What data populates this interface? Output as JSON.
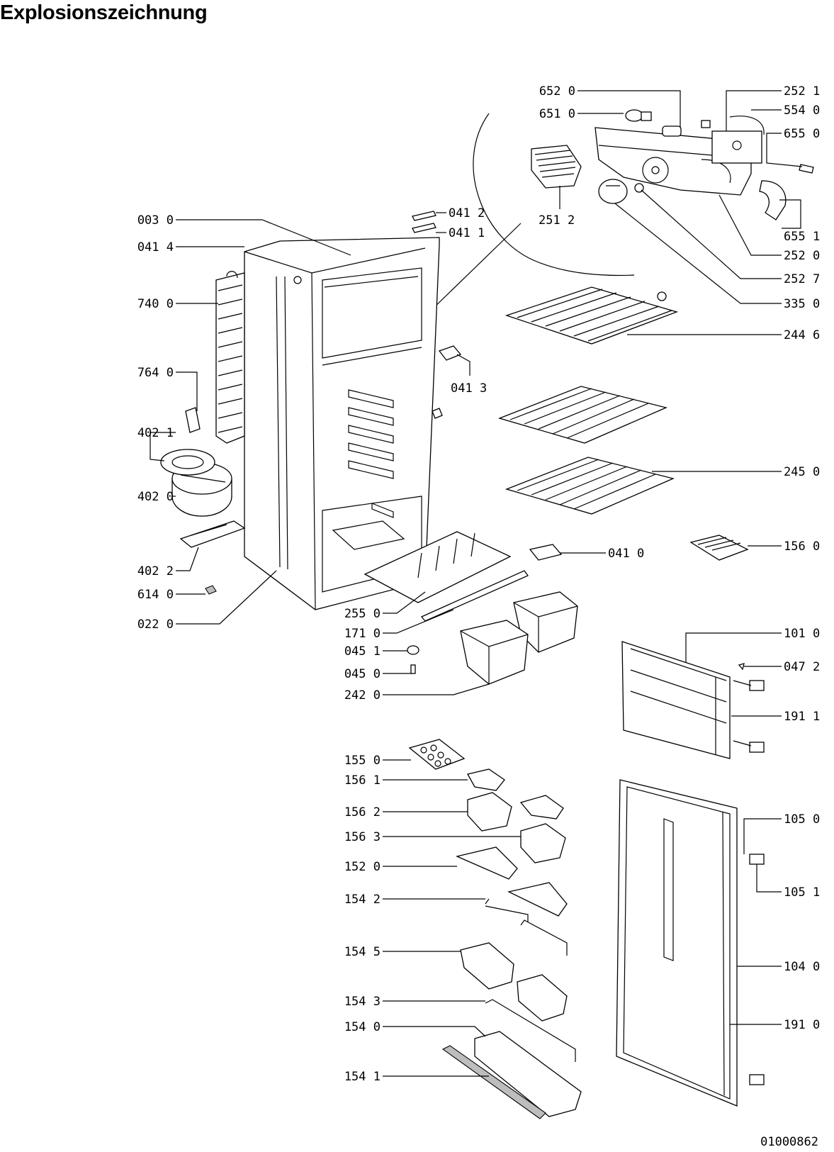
{
  "title": "Explosionszeichnung",
  "document_number": "01000862",
  "labels": {
    "l_652_0": "652 0",
    "l_651_0": "651 0",
    "l_252_1": "252 1",
    "l_554_0": "554 0",
    "l_655_0": "655 0",
    "l_251_2": "251 2",
    "l_655_1": "655 1",
    "l_252_0": "252 0",
    "l_252_7": "252 7",
    "l_335_0": "335 0",
    "l_244_6": "244 6",
    "l_003_0": "003 0",
    "l_041_4": "041 4",
    "l_041_2": "041 2",
    "l_041_1": "041 1",
    "l_740_0": "740 0",
    "l_764_0": "764 0",
    "l_041_3": "041 3",
    "l_402_1": "402 1",
    "l_245_0": "245 0",
    "l_402_0": "402 0",
    "l_041_0": "041 0",
    "l_156_0": "156 0",
    "l_402_2": "402 2",
    "l_614_0": "614 0",
    "l_255_0": "255 0",
    "l_022_0": "022 0",
    "l_171_0": "171 0",
    "l_101_0": "101 0",
    "l_045_1": "045 1",
    "l_047_2": "047 2",
    "l_045_0": "045 0",
    "l_242_0": "242 0",
    "l_191_1": "191 1",
    "l_155_0": "155 0",
    "l_156_1": "156 1",
    "l_156_2": "156 2",
    "l_105_0": "105 0",
    "l_156_3": "156 3",
    "l_152_0": "152 0",
    "l_105_1": "105 1",
    "l_154_2": "154 2",
    "l_154_5": "154 5",
    "l_104_0": "104 0",
    "l_154_3": "154 3",
    "l_154_0": "154 0",
    "l_191_0": "191 0",
    "l_154_1": "154 1"
  }
}
